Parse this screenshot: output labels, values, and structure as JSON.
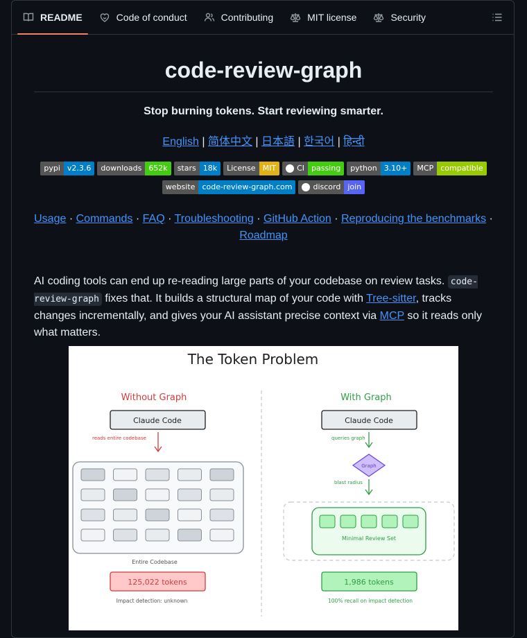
{
  "tabs": [
    {
      "label": "README",
      "icon": "book-icon",
      "active": true
    },
    {
      "label": "Code of conduct",
      "icon": "heart-icon"
    },
    {
      "label": "Contributing",
      "icon": "people-icon"
    },
    {
      "label": "MIT license",
      "icon": "law-icon"
    },
    {
      "label": "Security",
      "icon": "law-icon"
    }
  ],
  "toc_icon": "list-icon",
  "title": "code-review-graph",
  "tagline": "Stop burning tokens. Start reviewing smarter.",
  "languages": [
    "English",
    "简体中文",
    "日本語",
    "한국어",
    "हिन्दी"
  ],
  "lang_sep": "|",
  "badges_row1": [
    {
      "left": "pypi",
      "right": "v2.3.6",
      "color": "#007ec6"
    },
    {
      "left": "downloads",
      "right": "652k",
      "color": "#4c1"
    },
    {
      "left": "stars",
      "right": "18k",
      "color": "#007ec6"
    },
    {
      "left": "License",
      "right": "MIT",
      "color": "#dfb317"
    },
    {
      "left": "CI",
      "right": "passing",
      "color": "#4c1",
      "icon": "github-icon"
    },
    {
      "left": "python",
      "right": "3.10+",
      "color": "#007ec6"
    },
    {
      "left": "MCP",
      "right": "compatible",
      "color": "#97ca00"
    }
  ],
  "badges_row2": [
    {
      "left": "website",
      "right": "code-review-graph.com",
      "color": "#007ec6"
    },
    {
      "left": "discord",
      "right": "join",
      "color": "#5865f2",
      "icon": "discord-icon"
    }
  ],
  "nav_links": [
    "Usage",
    "Commands",
    "FAQ",
    "Troubleshooting",
    "GitHub Action",
    "Reproducing the benchmarks",
    "Roadmap"
  ],
  "nav_sep": "·",
  "intro": {
    "t1": "AI coding tools can end up re-reading large parts of your codebase on review tasks. ",
    "code": "code-review-graph",
    "t2": " fixes that. It builds a structural map of your code with ",
    "link1": "Tree-sitter",
    "t3": ", tracks changes incrementally, and gives your AI assistant precise context via ",
    "link2": "MCP",
    "t4": " so it reads only what matters."
  },
  "figure": {
    "title": "The Token Problem",
    "left_heading": "Without Graph",
    "right_heading": "With Graph",
    "left_box": "Claude Code",
    "right_box": "Claude Code",
    "left_arrow": "reads entire codebase",
    "right_arrow1": "queries graph",
    "graph_node": "Graph",
    "right_arrow2": "blast radius",
    "codebase_label": "Entire Codebase",
    "review_set_label": "Minimal Review Set",
    "left_tokens": "125,022 tokens",
    "right_tokens": "1,986 tokens",
    "left_note": "Impact detection: unknown",
    "right_note": "100% recall on impact detection",
    "left_color": "#d63b3b",
    "right_color": "#2f9e44"
  }
}
